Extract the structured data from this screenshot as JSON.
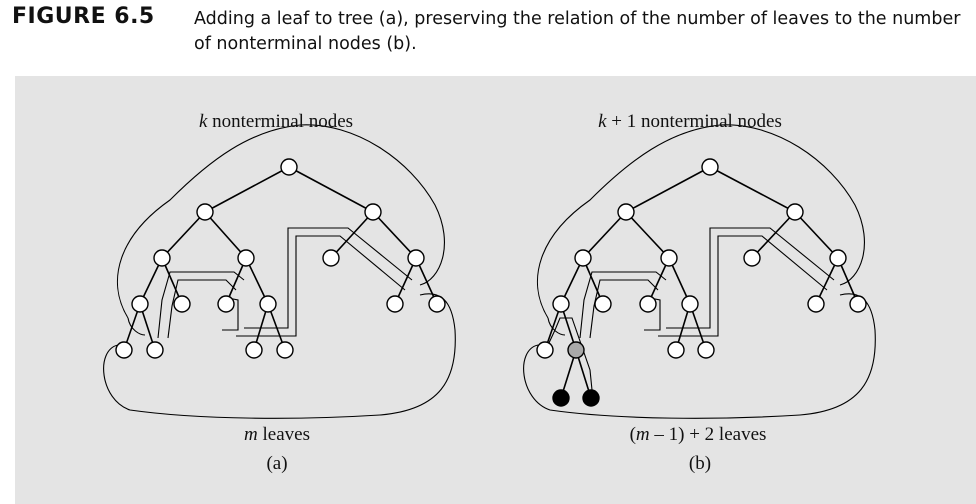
{
  "figure": {
    "label": "FIGURE 6.5",
    "caption_line1": "Adding a leaf to tree (a), preserving the relation of the number of leaves to the number",
    "caption_line2": "of nonterminal nodes (b)."
  },
  "diagrams": [
    {
      "id": "a",
      "top_label_var": "k",
      "top_label_text": " nonterminal nodes",
      "bottom_label_var": "m",
      "bottom_label_text": " leaves",
      "panel_label": "(a)"
    },
    {
      "id": "b",
      "top_label_var": "k",
      "top_label_text": " + 1 nonterminal nodes",
      "bottom_label_pre": "(",
      "bottom_label_var": "m",
      "bottom_label_text": " – 1) + 2 leaves",
      "panel_label": "(b)"
    }
  ],
  "colors": {
    "panel_background": "#e4e4e4",
    "node_fill": "#ffffff",
    "new_internal_node": "#a9a9a9",
    "new_leaf_node": "#000000"
  }
}
